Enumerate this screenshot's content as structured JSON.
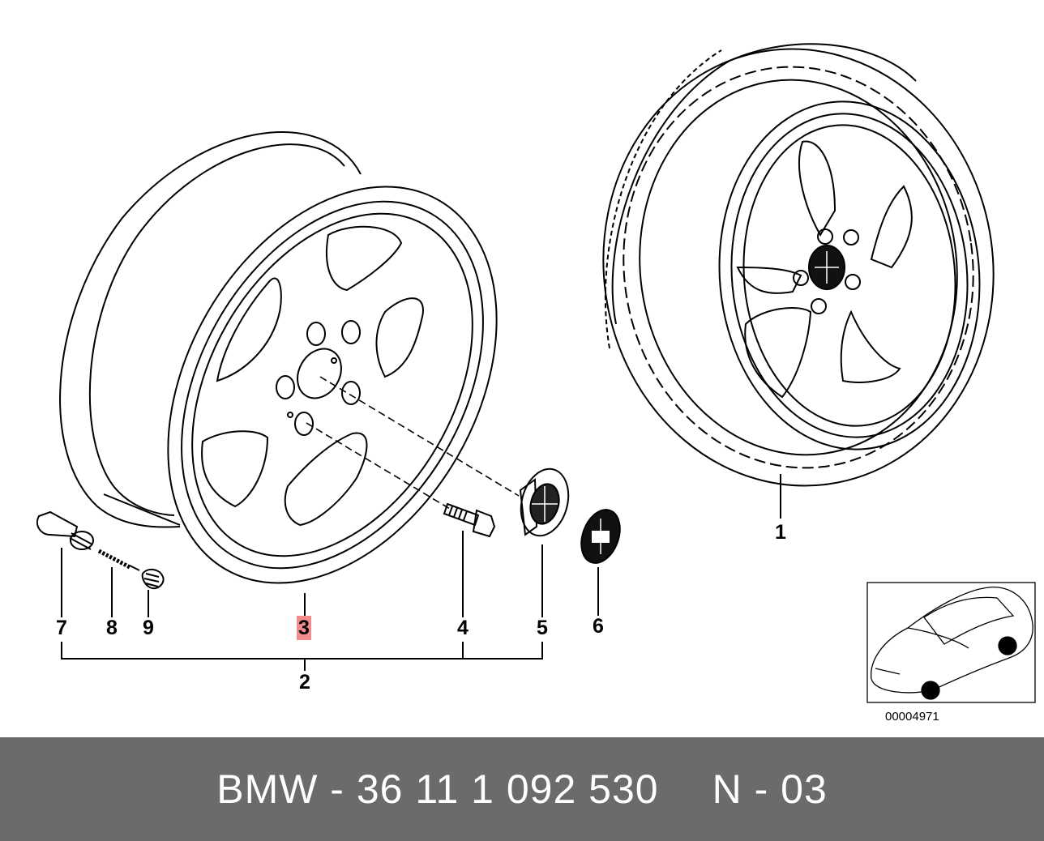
{
  "callouts": {
    "c1": "1",
    "c2": "2",
    "c3": "3",
    "c4": "4",
    "c5": "5",
    "c6": "6",
    "c7": "7",
    "c8": "8",
    "c9": "9"
  },
  "highlight_color": "#f28b8b",
  "inset": {
    "ref_code": "00004971"
  },
  "footer": {
    "part_number": "BMW - 36 11 1 092 530",
    "page_ref": "N - 03",
    "background": "#6b6b6b",
    "text_color": "#ffffff"
  }
}
